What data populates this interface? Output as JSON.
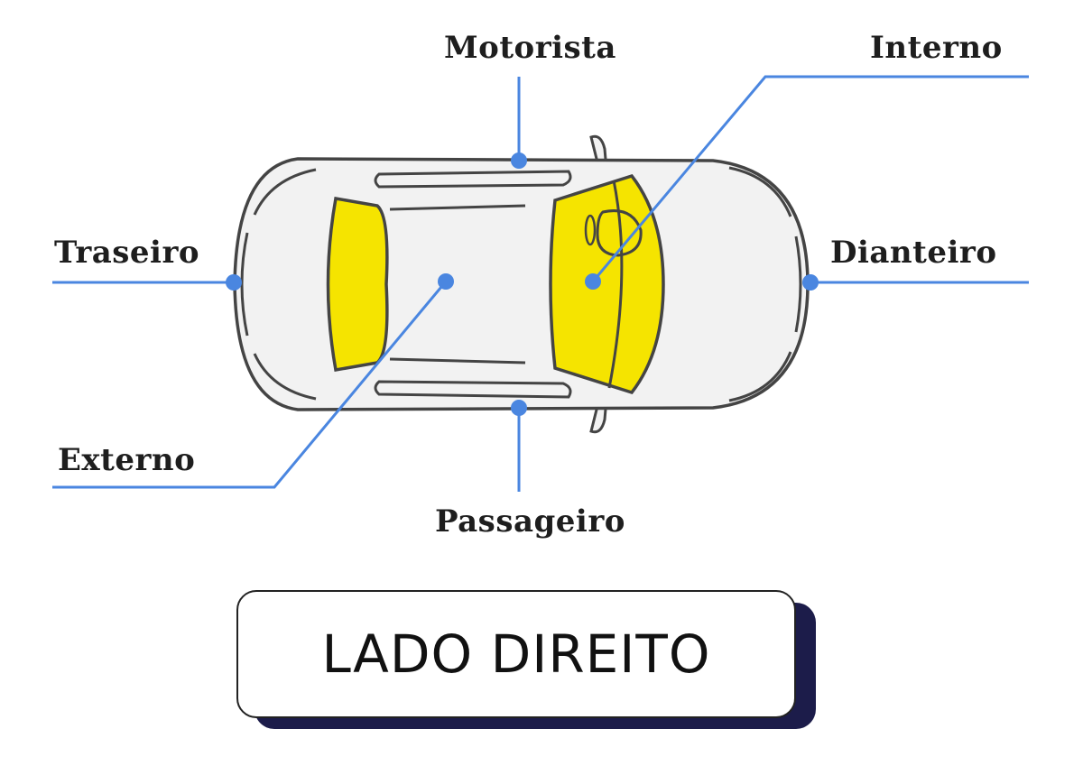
{
  "labels": {
    "motorista": "Motorista",
    "interno": "Interno",
    "traseiro": "Traseiro",
    "dianteiro": "Dianteiro",
    "externo": "Externo",
    "passageiro": "Passageiro"
  },
  "side_label": "LADO DIREITO",
  "colors": {
    "leader_line": "#4a86e0",
    "glass_highlight": "#f5e400",
    "car_outline": "#444444",
    "car_body": "#f2f2f2",
    "badge_shadow": "#1c1c4a"
  }
}
